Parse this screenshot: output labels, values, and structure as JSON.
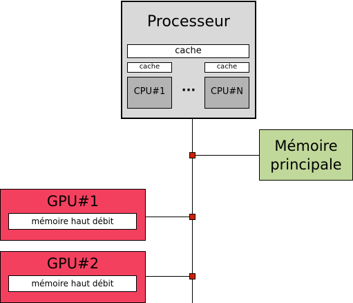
{
  "processor": {
    "title": "Processeur",
    "shared_cache": "cache",
    "cores": [
      {
        "cache": "cache",
        "name": "CPU#1"
      },
      {
        "cache": "cache",
        "name": "CPU#N"
      }
    ],
    "ellipsis": "···"
  },
  "main_memory": {
    "line1": "Mémoire",
    "line2": "principale"
  },
  "gpus": [
    {
      "name": "GPU#1",
      "memory": "mémoire haut débit"
    },
    {
      "name": "GPU#2",
      "memory": "mémoire haut débit"
    }
  ],
  "colors": {
    "processor_fill": "#d9d9d9",
    "core_fill": "#b3b3b3",
    "main_memory_fill": "#c0d89a",
    "gpu_fill": "#f4405f",
    "node_fill": "#cc2200"
  }
}
